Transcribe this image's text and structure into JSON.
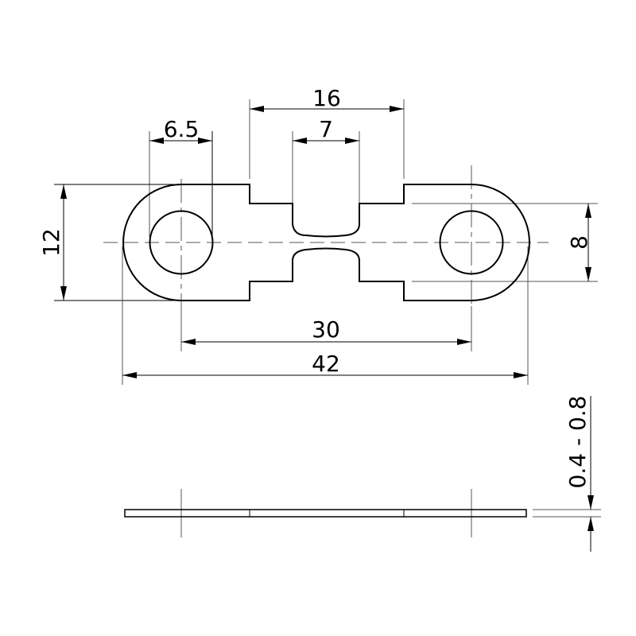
{
  "drawing": {
    "dimensions": {
      "slot_outer_width": "16",
      "slot_inner_width": "7",
      "hole_diameter": "6.5",
      "overall_height": "12",
      "neck_height": "8",
      "hole_spacing": "30",
      "overall_length": "42",
      "thickness": "0.4 - 0.8"
    }
  }
}
